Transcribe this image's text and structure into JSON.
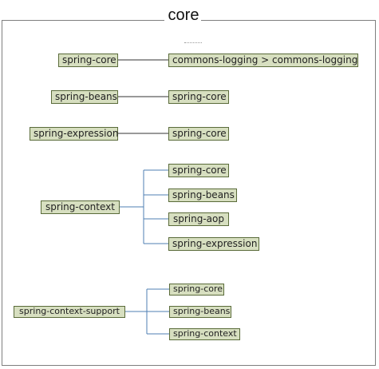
{
  "title": "core",
  "rows": [
    {
      "parent": "spring-core",
      "children": [
        "commons-logging > commons-logging"
      ]
    },
    {
      "parent": "spring-beans",
      "children": [
        "spring-core"
      ]
    },
    {
      "parent": "spring-expression",
      "children": [
        "spring-core"
      ]
    },
    {
      "parent": "spring-context",
      "children": [
        "spring-core",
        "spring-beans",
        "spring-aop",
        "spring-expression"
      ]
    },
    {
      "parent": "spring-context-support",
      "children": [
        "spring-core",
        "spring-beans",
        "spring-context"
      ]
    }
  ],
  "colors": {
    "node_fill": "#d7dfc0",
    "node_border": "#5a6b3a",
    "single_link": "#333333",
    "tree_link": "#4f7fb3"
  }
}
